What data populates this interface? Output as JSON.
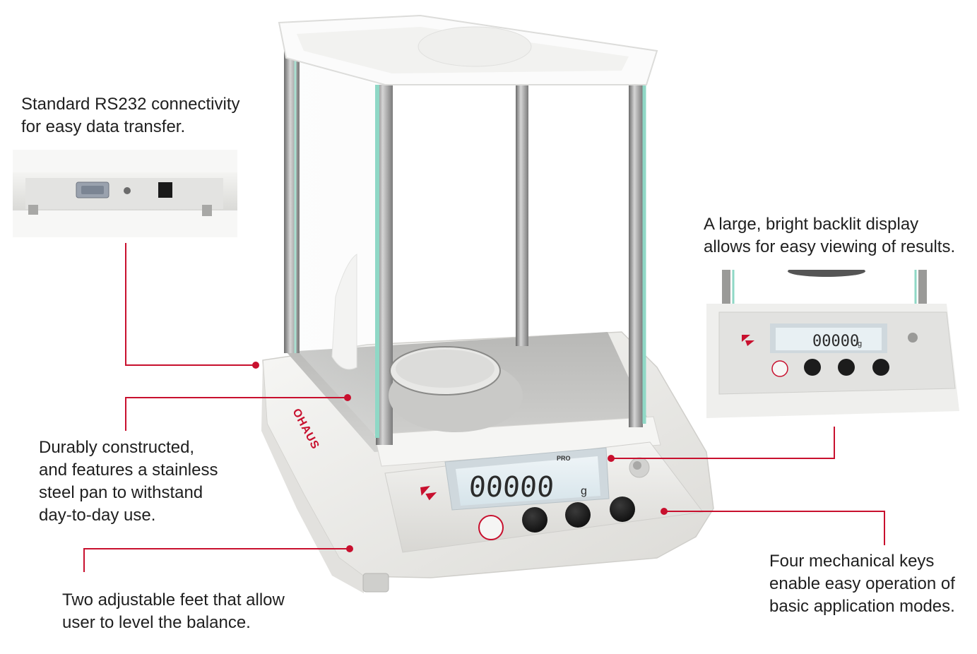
{
  "captions": {
    "rs232": [
      "Standard RS232 connectivity",
      "for easy data transfer."
    ],
    "display": [
      "A large, bright backlit display",
      "allows for easy viewing of results."
    ],
    "durable": [
      "Durably constructed,",
      "and features a stainless",
      "steel pan to withstand",
      "day-to-day use."
    ],
    "feet": [
      "Two adjustable feet that allow",
      "user to level the balance."
    ],
    "keys": [
      "Four mechanical keys",
      "enable easy operation of",
      "basic application modes."
    ]
  },
  "device": {
    "brand": "OHAUS",
    "model_badge": "PRO",
    "display_reading": "00000",
    "display_unit": "g"
  },
  "colors": {
    "accent": "#c8102e",
    "text": "#1f1f1f",
    "body": "#ecebe8",
    "glass": "#8fd8c6"
  },
  "icons": {
    "logo": "ohaus-logo-icon",
    "bubble": "level-bubble-icon",
    "power": "power-key-icon"
  }
}
